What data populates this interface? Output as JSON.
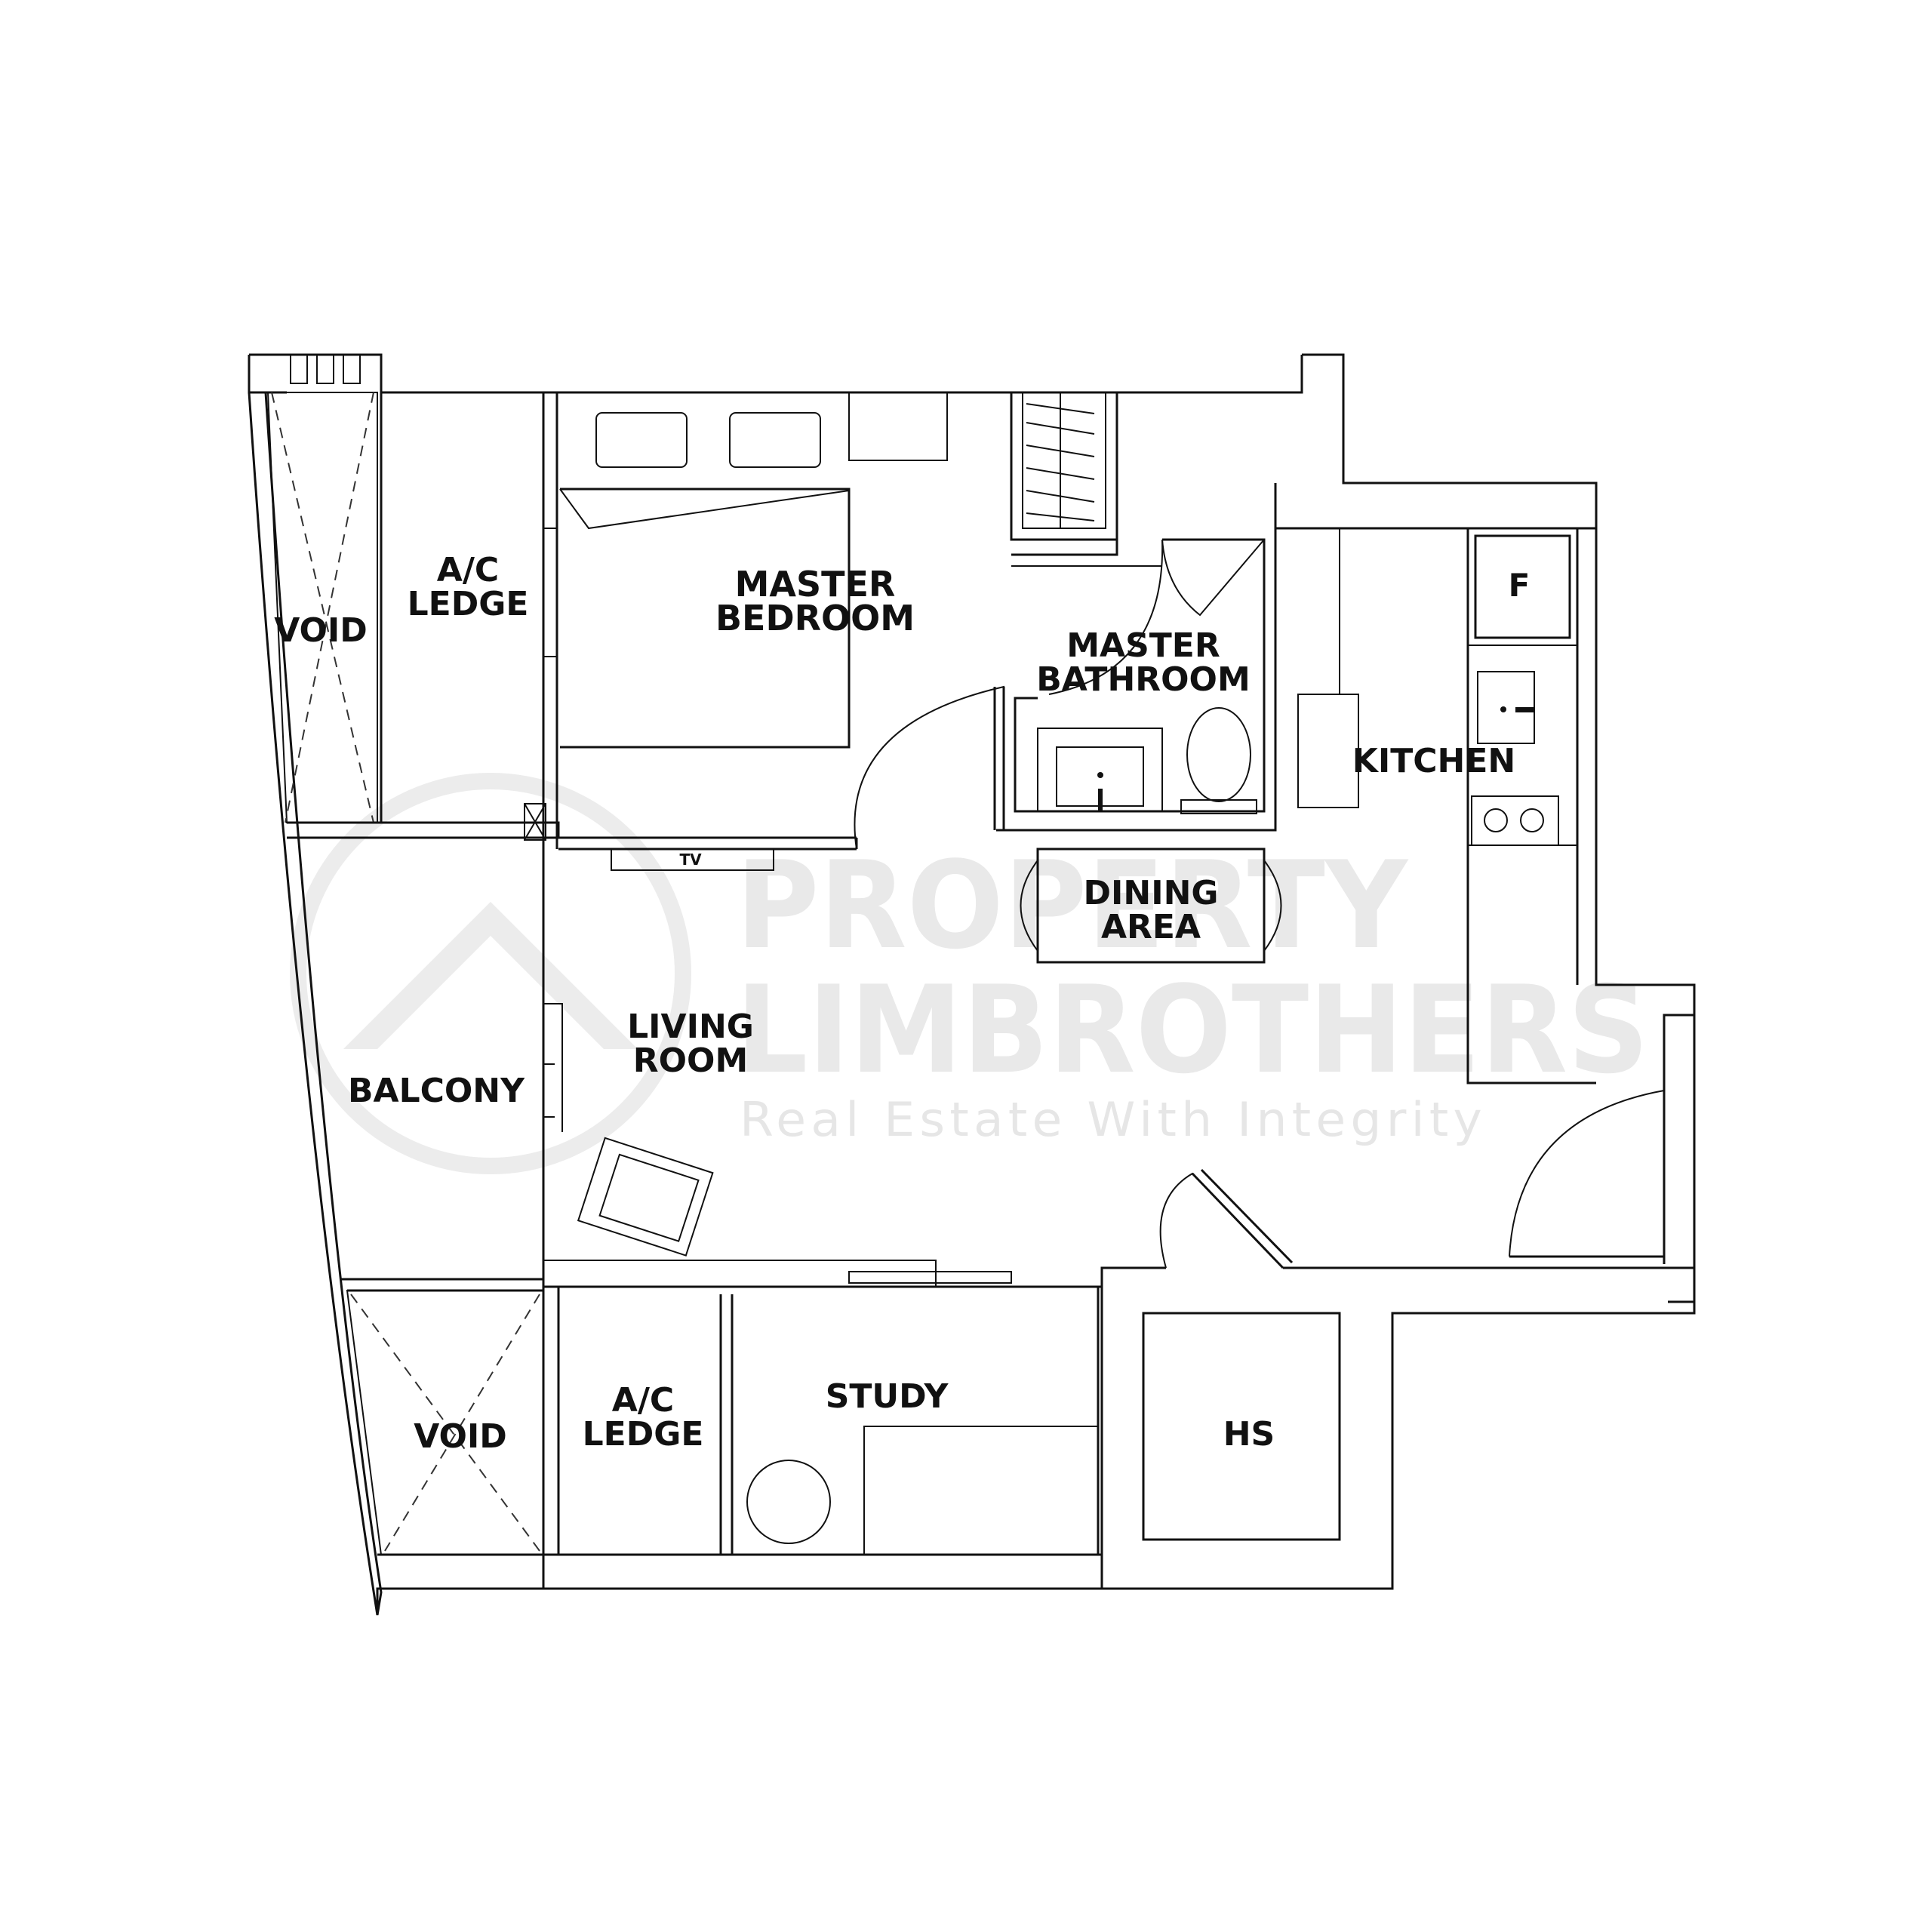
{
  "rooms": {
    "void_top": "VOID",
    "ac_ledge_top": [
      "A/C",
      "LEDGE"
    ],
    "master_bedroom": [
      "MASTER",
      "BEDROOM"
    ],
    "master_bathroom": [
      "MASTER",
      "BATHROOM"
    ],
    "kitchen": "KITCHEN",
    "fridge": "F",
    "dining_area": [
      "DINING",
      "AREA"
    ],
    "living_room": [
      "LIVING",
      "ROOM"
    ],
    "balcony": "BALCONY",
    "tv": "TV",
    "void_bottom": "VOID",
    "ac_ledge_bottom": [
      "A/C",
      "LEDGE"
    ],
    "study": "STUDY",
    "hs": "HS"
  },
  "watermark": {
    "line1": "PROPERTY",
    "line2": "LIMBROTHERS",
    "tagline": "Real Estate With Integrity"
  }
}
